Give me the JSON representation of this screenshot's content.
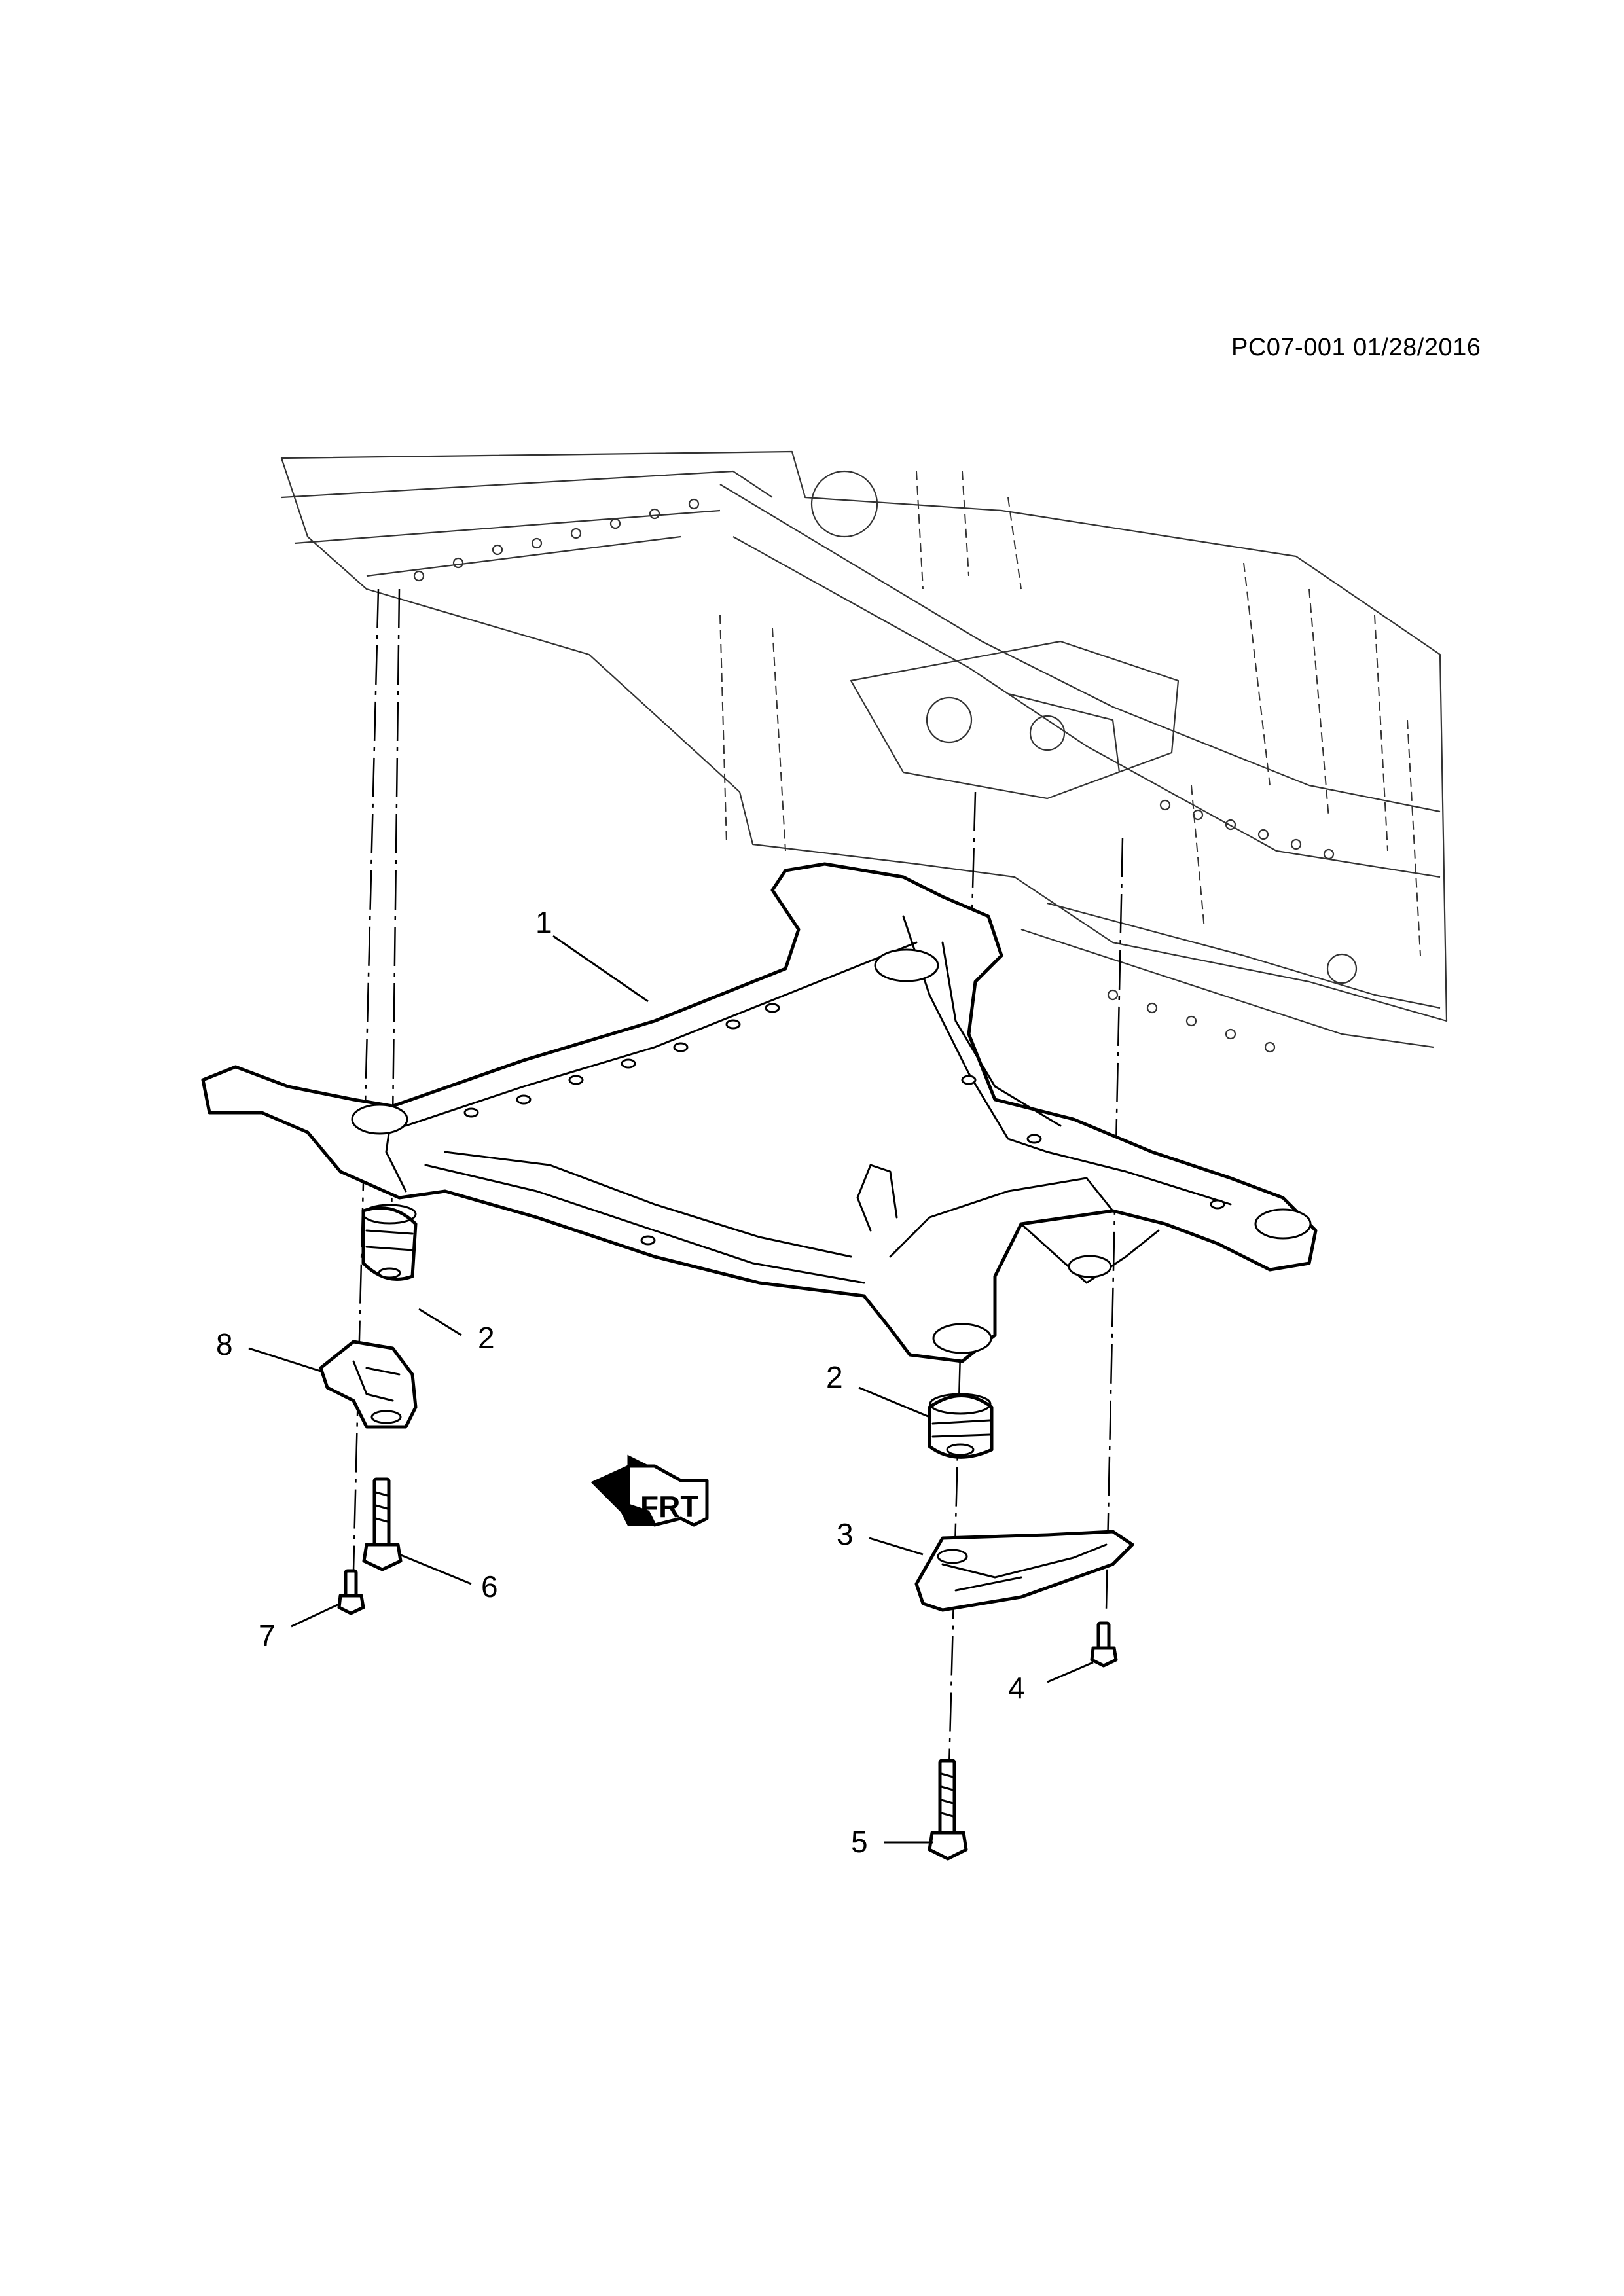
{
  "reference": "PC07-001 01/28/2016",
  "direction_indicator": {
    "label": "FRT",
    "icon": "front-direction-arrow-icon"
  },
  "callouts": [
    {
      "number": "1",
      "part": "frame"
    },
    {
      "number": "2",
      "part": "frame-mount-insulator-upper"
    },
    {
      "number": "8",
      "part": "frame-mount-insulator-lower"
    },
    {
      "number": "2",
      "part": "frame-mount-insulator-upper-rear"
    },
    {
      "number": "3",
      "part": "frame-rear-mount-bracket"
    },
    {
      "number": "6",
      "part": "frame-bolt-front"
    },
    {
      "number": "7",
      "part": "frame-mount-bolt-small"
    },
    {
      "number": "4",
      "part": "bracket-bolt"
    },
    {
      "number": "5",
      "part": "frame-bolt-rear"
    }
  ]
}
